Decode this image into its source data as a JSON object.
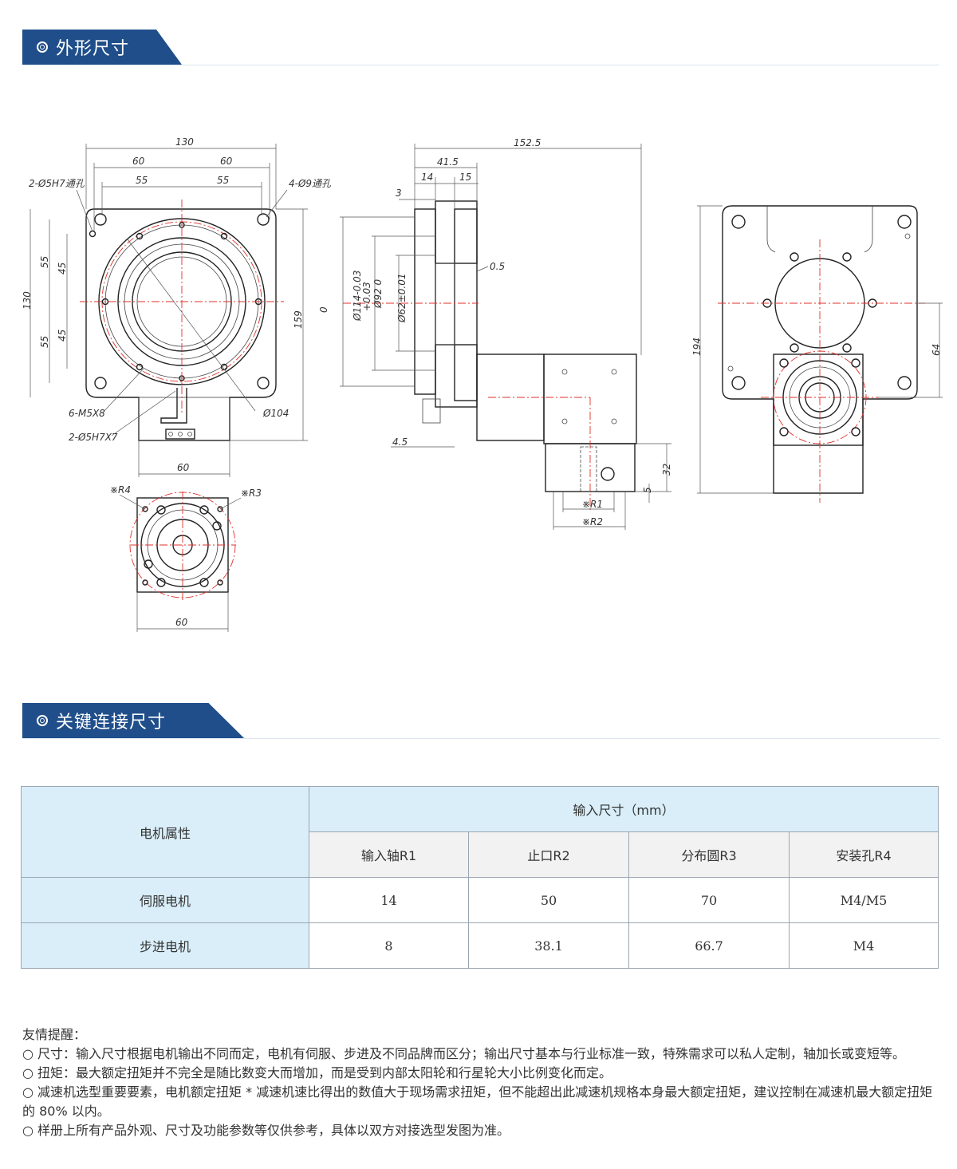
{
  "sections": {
    "dimensions_title": "外形尺寸",
    "key_title": "关键连接尺寸"
  },
  "drawing": {
    "front": {
      "dim_130": "130",
      "dim_60a": "60",
      "dim_60b": "60",
      "dim_55a": "55",
      "dim_55b": "55",
      "note_pin": "2-Ø5H7通孔",
      "note_hole": "4-Ø9通孔",
      "v_130": "130",
      "v_55a": "55",
      "v_45a": "45",
      "v_55b": "55",
      "v_45b": "45",
      "v_159": "159",
      "note_m5": "6-M5X8",
      "note_pin2": "2-Ø5H7X7",
      "note_d104": "Ø104",
      "dim_60c": "60"
    },
    "side": {
      "dim_1525": "152.5",
      "dim_415": "41.5",
      "dim_14": "14",
      "dim_15": "15",
      "dim_3": "3",
      "dim_05": "0.5",
      "d114": "Ø114-0.03",
      "d114_tol": "0",
      "d92": "Ø92 0",
      "d92_tol": "+0.03",
      "d62": "Ø62±0.01",
      "dim_45": "4.5",
      "dim_32": "32",
      "dim_5": "5",
      "r1": "※R1",
      "r2": "※R2"
    },
    "flange": {
      "r4": "※R4",
      "r3": "※R3",
      "dim_60": "60"
    },
    "right": {
      "dim_194": "194",
      "dim_64": "64"
    }
  },
  "table": {
    "motor_attr": "电机属性",
    "input_size": "输入尺寸（mm）",
    "columns": [
      "输入轴R1",
      "止口R2",
      "分布圆R3",
      "安装孔R4"
    ],
    "rows": [
      {
        "name": "伺服电机",
        "values": [
          "14",
          "50",
          "70",
          "M4/M5"
        ]
      },
      {
        "name": "步进电机",
        "values": [
          "8",
          "38.1",
          "66.7",
          "M4"
        ]
      }
    ]
  },
  "notes": {
    "heading": "友情提醒：",
    "lines": [
      "○ 尺寸：输入尺寸根据电机输出不同而定，电机有伺服、步进及不同品牌而区分；输出尺寸基本与行业标准一致，特殊需求可以私人定制，轴加长或变短等。",
      "○ 扭矩：最大额定扭矩并不完全是随比数变大而增加，而是受到内部太阳轮和行星轮大小比例变化而定。",
      "○ 减速机选型重要要素，电机额定扭矩 * 减速机速比得出的数值大于现场需求扭矩，但不能超出此减速机规格本身最大额定扭矩，建议控制在减速机最大额定扭矩的 80% 以内。",
      "○ 样册上所有产品外观、尺寸及功能参数等仅供参考，具体以双方对接选型发图为准。"
    ]
  },
  "colors": {
    "title_bg": "#1f4e8a",
    "table_head": "#d9eef9",
    "centerline": "#e0302a"
  }
}
